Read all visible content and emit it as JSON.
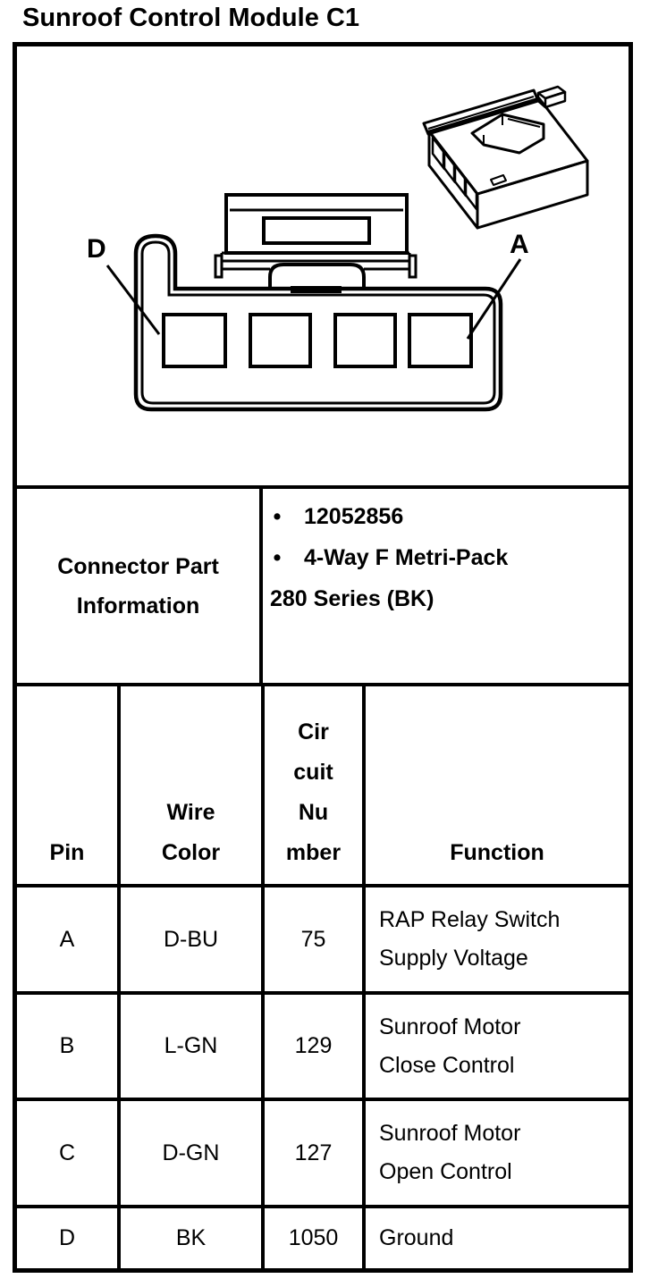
{
  "page": {
    "title": "Sunroof Control Module C1"
  },
  "colors": {
    "line": "#000000",
    "background": "#ffffff"
  },
  "diagram": {
    "d_label": "D",
    "a_label": "A"
  },
  "part_info": {
    "row_header": "Connector Part\nInformation",
    "bullet_char": "•",
    "items": [
      "12052856",
      "4-Way F Metri-Pack"
    ],
    "continuation": "280 Series (BK)"
  },
  "pin_table": {
    "headers": {
      "pin": "Pin",
      "wire_color": "Wire\nColor",
      "circuit": "Cir\ncuit\nNu\nmber",
      "function": "Function"
    },
    "rows": [
      {
        "pin": "A",
        "wire_color": "D-BU",
        "circuit": "75",
        "function": "RAP Relay Switch\nSupply Voltage"
      },
      {
        "pin": "B",
        "wire_color": "L-GN",
        "circuit": "129",
        "function": "Sunroof Motor\nClose Control"
      },
      {
        "pin": "C",
        "wire_color": "D-GN",
        "circuit": "127",
        "function": "Sunroof Motor\nOpen Control"
      },
      {
        "pin": "D",
        "wire_color": "BK",
        "circuit": "1050",
        "function": "Ground"
      }
    ]
  }
}
